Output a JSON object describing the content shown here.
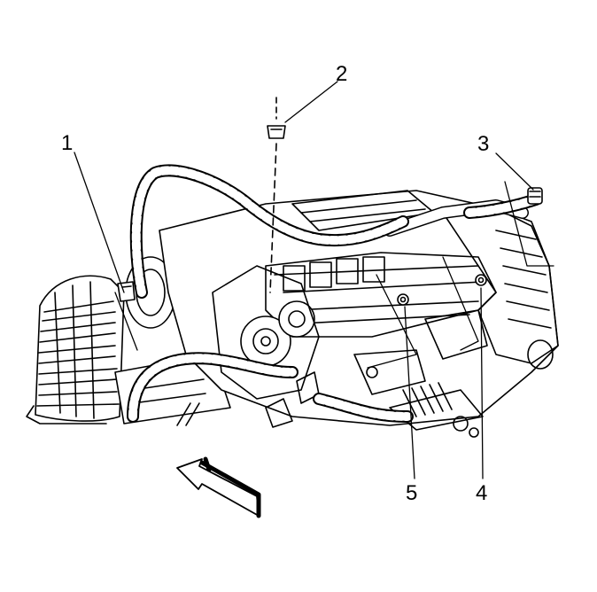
{
  "diagram": {
    "callouts": [
      "1",
      "2",
      "3",
      "4",
      "5"
    ]
  },
  "colors": {
    "line": "#000000",
    "background": "#ffffff"
  }
}
